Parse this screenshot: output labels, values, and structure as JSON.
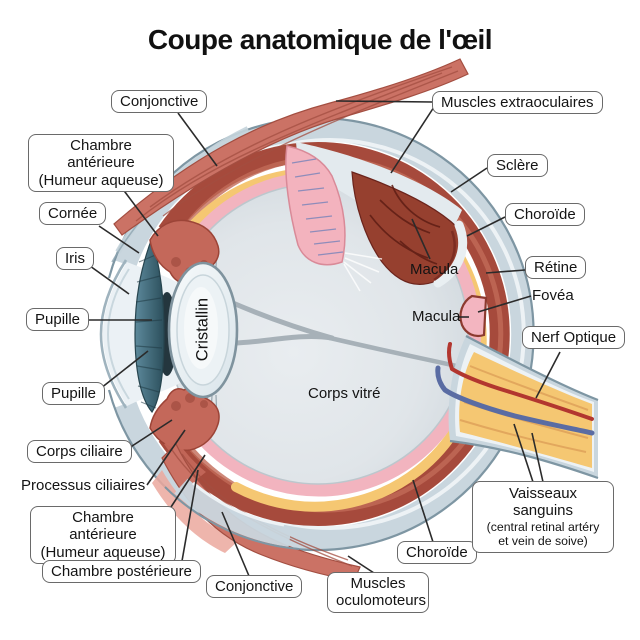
{
  "title": "Coupe anatomique de l'œil",
  "labels": {
    "conjonctive_top": "Conjonctive",
    "chambre_anterieure_1": "Chambre antérieure (Humeur aqueuse)",
    "cornee": "Cornée",
    "iris": "Iris",
    "pupille_1": "Pupille",
    "pupille_2": "Pupille",
    "corps_ciliaire": "Corps ciliaire",
    "processus_ciliaires": "Processus ciliaires",
    "chambre_anterieure_2": "Chambre antérieure (Humeur aqueuse)",
    "chambre_posterieure": "Chambre postérieure",
    "conjonctive_bottom": "Conjonctive",
    "muscles_oculomoteurs": "Muscles oculomoteurs",
    "choroide_bottom": "Choroïde",
    "muscles_extraoculaires": "Muscles extraoculaires",
    "sclere": "Sclère",
    "choroide_right": "Choroïde",
    "retine": "Rétine",
    "fovea": "Fovéa",
    "macula_1": "Macula",
    "macula_2": "Macula",
    "nerf_optique": "Nerf Optique",
    "vaisseaux_sanguins": "Vaisseaux sanguins",
    "vaisseaux_sanguins_sub": "(central retinal artéry et vein de soive)",
    "cristallin": "Cristallin",
    "corps_vitre": "Corps vitré"
  },
  "palette": {
    "background": "#ffffff",
    "sclera": "#c9d6de",
    "sclera_outline": "#7e96a3",
    "choroid": "#a64a3c",
    "choroid_light": "#c26a58",
    "yellow_layer": "#f5c772",
    "retina_pink": "#f2b4bf",
    "vitreous": "#e2e6e9",
    "lens": "#f4f7f9",
    "iris": "#3e6b7e",
    "pupil": "#24363e",
    "muscle": "#cb7265",
    "muscle_streak": "#a34e41",
    "artery_red": "#b2362f",
    "vein_blue": "#5a6ca3",
    "flap_dark_red": "#96402f",
    "label_border": "#6a6a6a",
    "leader_line": "#2b2b2b",
    "text": "#141414"
  }
}
